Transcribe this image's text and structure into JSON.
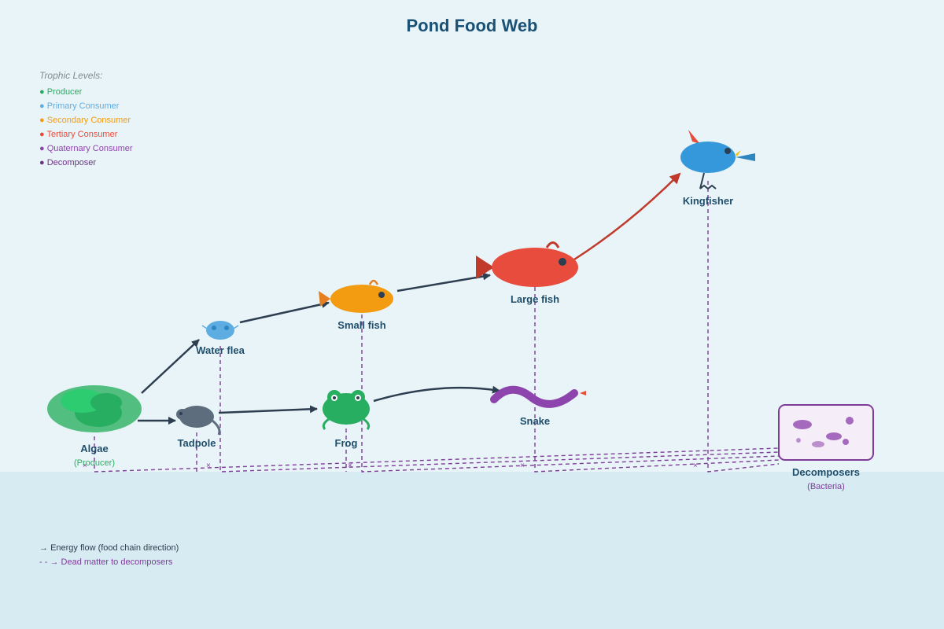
{
  "title": "Pond Food Web",
  "legend": {
    "heading": "Trophic Levels:",
    "items": [
      {
        "label": "Producer",
        "color": "#27ae60"
      },
      {
        "label": "Primary Consumer",
        "color": "#3498db"
      },
      {
        "label": "Secondary Consumer",
        "color": "#f39c12"
      },
      {
        "label": "Tertiary Consumer",
        "color": "#e74c3c"
      },
      {
        "label": "Quaternary Consumer",
        "color": "#8e44ad"
      },
      {
        "label": "Decomposer",
        "color": "#6c3483"
      }
    ]
  },
  "organisms": {
    "algae": {
      "name": "Algae",
      "subtitle": "(Producer)"
    },
    "water_flea": {
      "name": "Water flea"
    },
    "tadpole": {
      "name": "Tadpole"
    },
    "small_fish": {
      "name": "Small fish"
    },
    "frog": {
      "name": "Frog"
    },
    "large_fish": {
      "name": "Large fish"
    },
    "snake": {
      "name": "Snake"
    },
    "kingfisher": {
      "name": "Kingfisher"
    },
    "decomposers": {
      "name": "Decomposers",
      "subtitle": "(Bacteria)"
    }
  },
  "key": {
    "energy_symbol": "→",
    "energy_label": "Energy flow (food chain direction)",
    "dead_symbol": "- - →",
    "dead_label": "Dead matter to decomposers"
  },
  "colors": {
    "background": "#e9f4f8",
    "water": "#d7ebf2",
    "energy_arrow": "#2c3e50",
    "top_arrow": "#c0392b",
    "dead_matter": "#7d3c98"
  }
}
